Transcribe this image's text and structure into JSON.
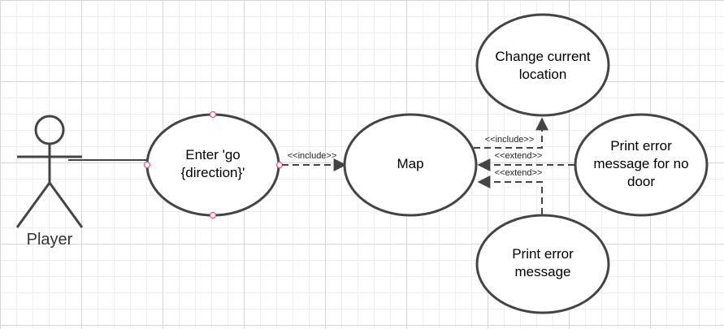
{
  "actor": {
    "label": "Player"
  },
  "use_cases": {
    "enter_go": {
      "line1": "Enter 'go",
      "line2": "{direction}'"
    },
    "map": {
      "line1": "Map"
    },
    "change_location": {
      "line1": "Change current",
      "line2": "location"
    },
    "print_no_door": {
      "line1": "Print error",
      "line2": "message for no",
      "line3": "door"
    },
    "print_error": {
      "line1": "Print error",
      "line2": "message"
    }
  },
  "relations": {
    "include_map": "<<include>>",
    "include_change": "<<include>>",
    "extend_no_door": "<<extend>>",
    "extend_error": "<<extend>>"
  },
  "colors": {
    "stroke": "#444444",
    "selection_handle": "#ff4d6d"
  }
}
